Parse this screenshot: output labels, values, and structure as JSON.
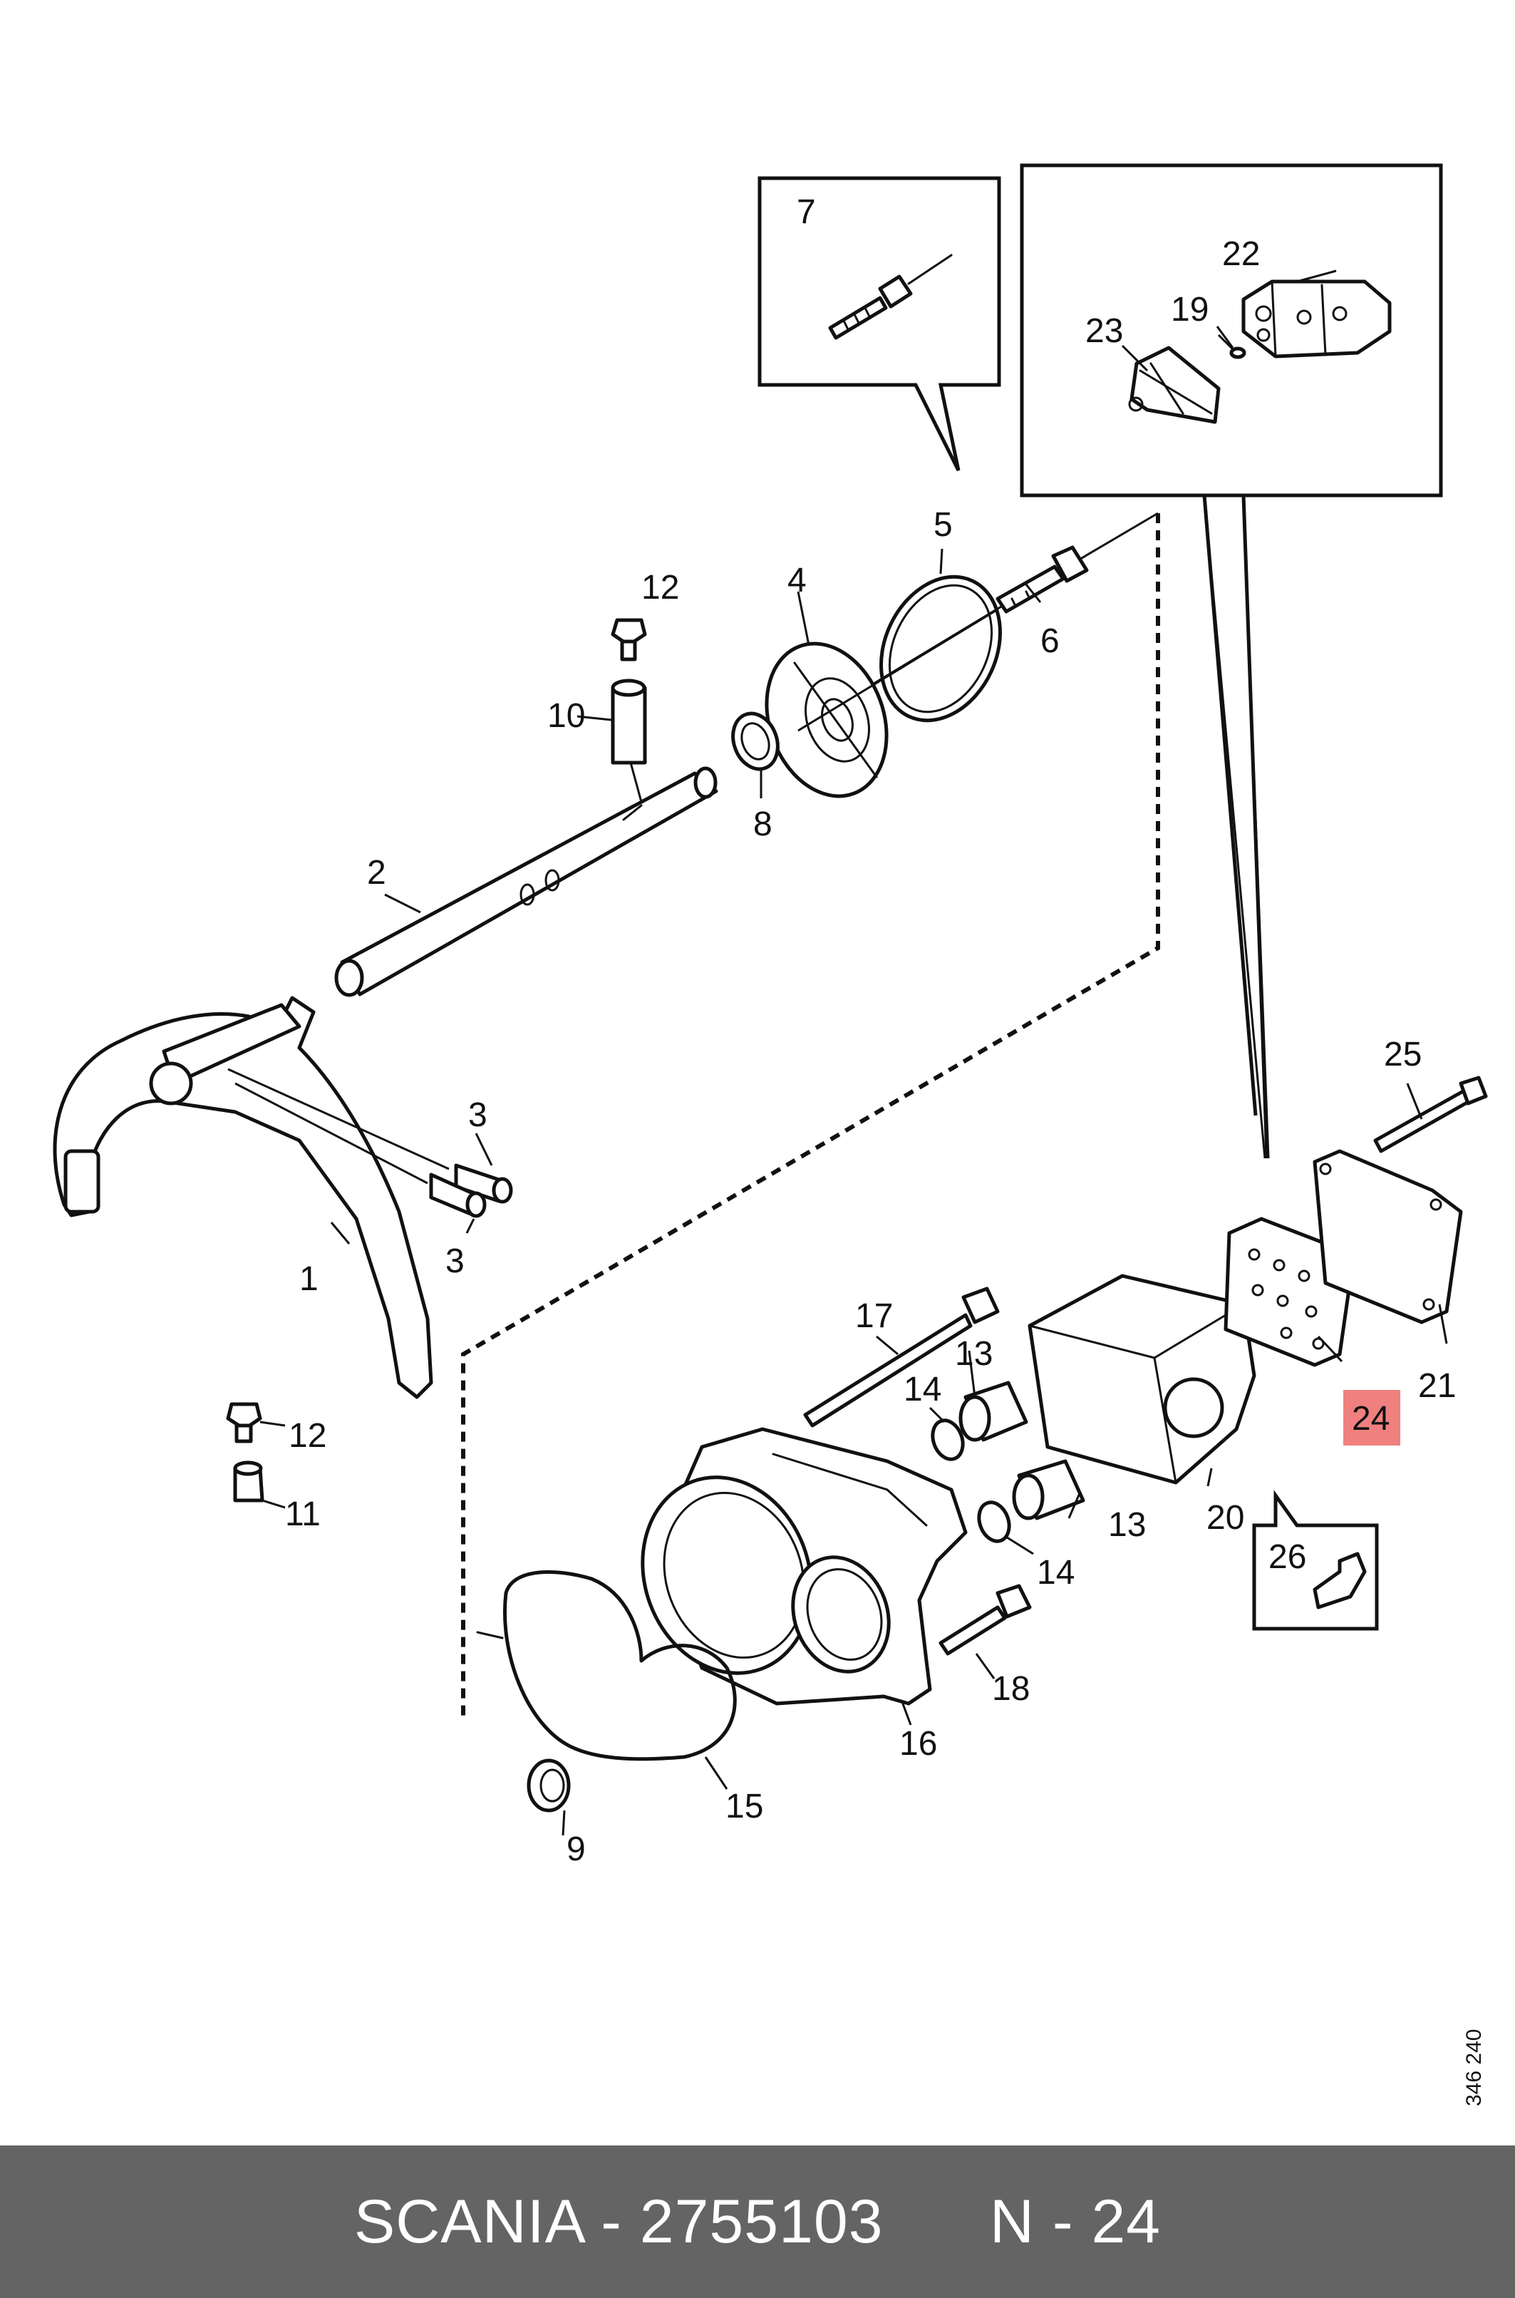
{
  "footer": {
    "brand": "SCANIA",
    "separator": " - ",
    "part_number": "2755103",
    "position_prefix": "N",
    "position": "24"
  },
  "drawing_number": "346 240",
  "callouts": {
    "c1": "1",
    "c2": "2",
    "c3a": "3",
    "c3b": "3",
    "c4": "4",
    "c5": "5",
    "c6": "6",
    "c7": "7",
    "c8": "8",
    "c9": "9",
    "c10": "10",
    "c11": "11",
    "c12a": "12",
    "c12b": "12",
    "c13a": "13",
    "c13b": "13",
    "c14a": "14",
    "c14b": "14",
    "c15": "15",
    "c16": "16",
    "c17": "17",
    "c18": "18",
    "c19": "19",
    "c20": "20",
    "c21": "21",
    "c22": "22",
    "c23": "23",
    "c24": "24",
    "c25": "25",
    "c26": "26"
  },
  "highlight": {
    "item": "24",
    "color": "#f08080"
  },
  "colors": {
    "line": "#111111",
    "footer_bg": "#646464",
    "footer_text": "#ffffff"
  }
}
